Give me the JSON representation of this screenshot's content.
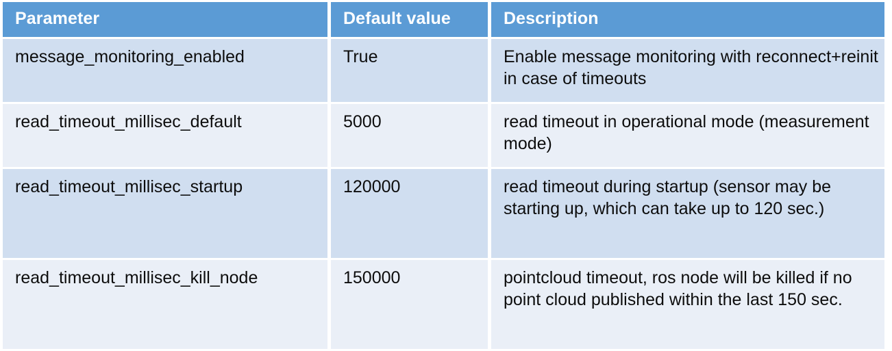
{
  "table": {
    "columns": [
      {
        "key": "parameter",
        "label": "Parameter"
      },
      {
        "key": "default_value",
        "label": "Default value"
      },
      {
        "key": "description",
        "label": "Description"
      }
    ],
    "colors": {
      "header_background": "#5B9BD5",
      "header_text": "#FFFFFF",
      "row_odd_background": "#D0DEF0",
      "row_even_background": "#EAEFF7",
      "body_text": "#0D0D0D",
      "page_background": "#FFFFFF"
    },
    "rows": [
      {
        "parameter": "message_monitoring_enabled",
        "default_value": "True",
        "description": "Enable message monitoring with reconnect+reinit in case of timeouts"
      },
      {
        "parameter": "read_timeout_millisec_default",
        "default_value": "5000",
        "description": "read timeout in operational mode (measurement mode)"
      },
      {
        "parameter": "read_timeout_millisec_startup",
        "default_value": "120000",
        "description": "read timeout during startup (sensor may be starting up, which can take up to 120 sec.)"
      },
      {
        "parameter": "read_timeout_millisec_kill_node",
        "default_value": "150000",
        "description": "pointcloud timeout, ros node will be killed if no point cloud published within the last 150 sec."
      }
    ]
  }
}
